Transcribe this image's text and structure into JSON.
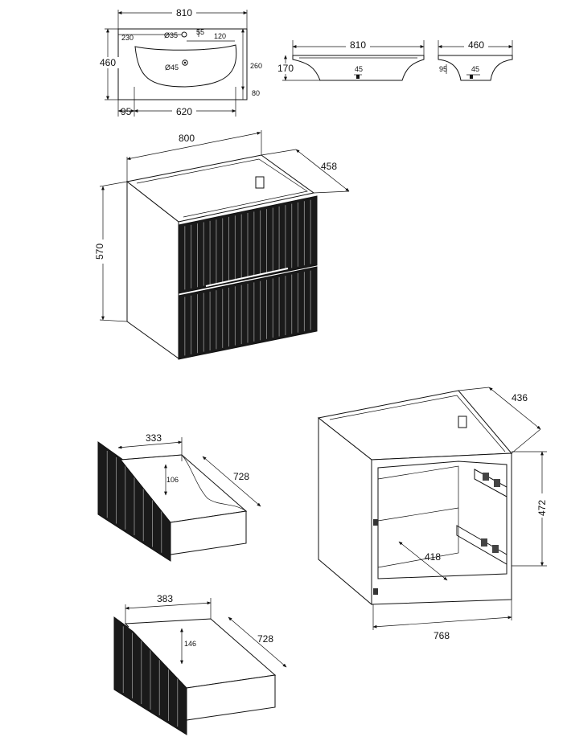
{
  "colors": {
    "line": "#111111",
    "front": "#1a1a1a",
    "groove": "#8a8a8a",
    "background": "#ffffff"
  },
  "basin_top": {
    "width": "810",
    "depth": "460",
    "d230": "230",
    "tap_hole": "Ø35",
    "d55": "55",
    "d120": "120",
    "drain": "Ø45",
    "d260": "260",
    "d80": "80",
    "d95": "95",
    "d620": "620"
  },
  "basin_front": {
    "width": "810",
    "height": "170",
    "d45": "45"
  },
  "basin_side": {
    "depth": "460",
    "d95": "95",
    "d45": "45"
  },
  "cabinet": {
    "width": "800",
    "depth": "458",
    "height": "570"
  },
  "drawer_top": {
    "width": "333",
    "height": "106",
    "depth": "728"
  },
  "drawer_bottom": {
    "width": "383",
    "height": "146",
    "depth": "728"
  },
  "carcass": {
    "depth": "436",
    "height": "472",
    "inner_depth": "418",
    "width": "768"
  }
}
